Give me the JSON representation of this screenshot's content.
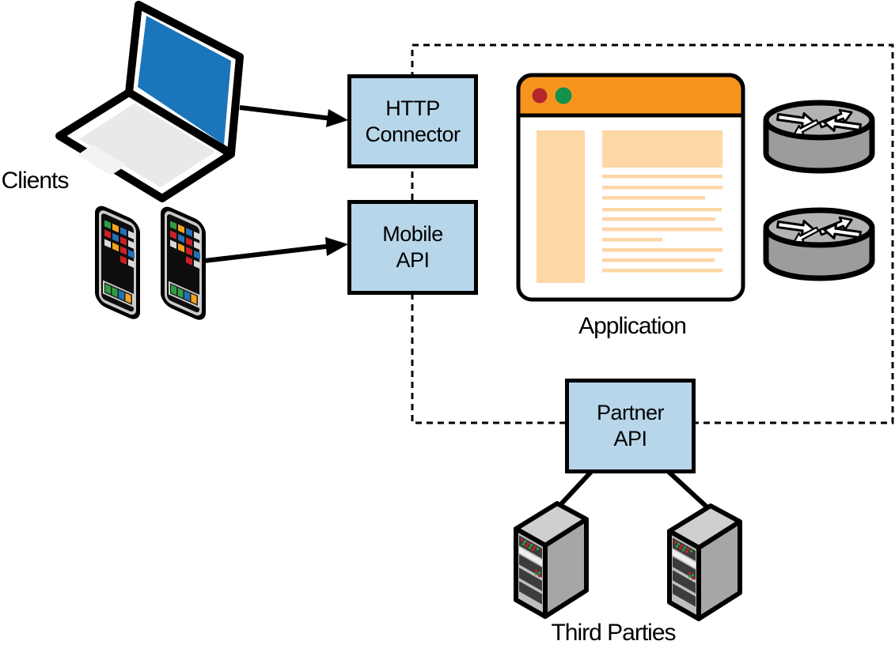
{
  "diagram": {
    "clients_label": "Clients",
    "application_label": "Application",
    "third_parties_label": "Third Parties",
    "nodes": {
      "http_connector": {
        "line1": "HTTP",
        "line2": "Connector"
      },
      "mobile_api": {
        "line1": "Mobile",
        "line2": "API"
      },
      "partner_api": {
        "line1": "Partner",
        "line2": "API"
      }
    },
    "icons": {
      "laptop": "laptop-icon",
      "smartphones": "smartphone-icon",
      "browser_window": "browser-window-icon",
      "routers": "router-icon",
      "servers": "server-icon"
    },
    "connections": [
      {
        "from": "laptop",
        "to": "HTTP Connector",
        "type": "arrow"
      },
      {
        "from": "smartphones",
        "to": "Mobile API",
        "type": "arrow"
      },
      {
        "from": "Partner API",
        "to": "third-party-server-left",
        "type": "line"
      },
      {
        "from": "Partner API",
        "to": "third-party-server-right",
        "type": "line"
      }
    ],
    "colors": {
      "node_fill": "#b7d6ea",
      "border_black": "#000000",
      "browser_header_orange": "#f7941e",
      "browser_content_peach": "#fdd7a6",
      "laptop_screen_blue": "#1b75bb",
      "window_button_red": "#b4272d",
      "window_button_green": "#11914b",
      "device_gray": "#a6a6a6"
    }
  }
}
